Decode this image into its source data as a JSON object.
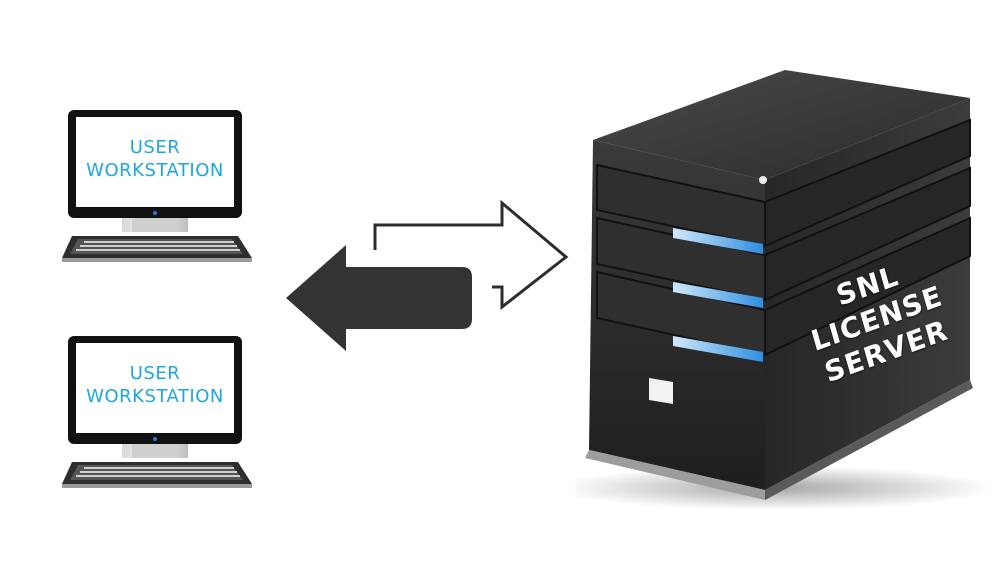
{
  "workstations": [
    {
      "line1": "USER",
      "line2": "WORKSTATION"
    },
    {
      "line1": "USER",
      "line2": "WORKSTATION"
    }
  ],
  "server": {
    "line1": "SNL LICENSE",
    "line2": "SERVER"
  },
  "colors": {
    "accent": "#1ea7de",
    "server_body": "#2b2b2b",
    "led": "#3aa0e6",
    "arrow_fill": "#333333"
  },
  "icons": [
    "monitor-icon",
    "keyboard-icon",
    "left-arrow-icon",
    "right-arrow-outline-icon",
    "server-tower-icon"
  ]
}
